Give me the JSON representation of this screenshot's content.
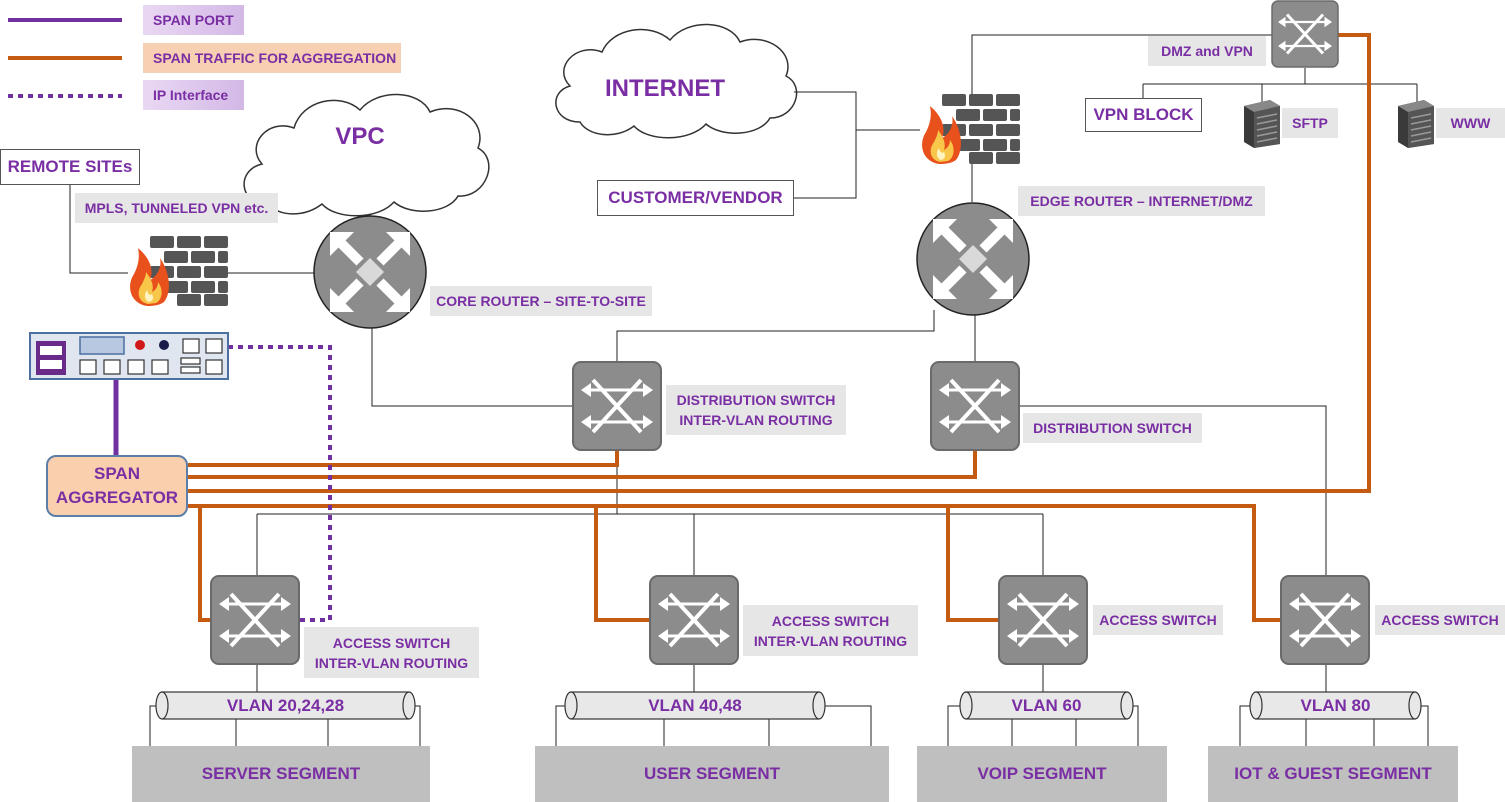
{
  "legend": {
    "span_port": "SPAN PORT",
    "span_traffic": "SPAN TRAFFIC FOR AGGREGATION",
    "ip_interface": "IP Interface"
  },
  "clouds": {
    "vpc": "VPC",
    "internet": "INTERNET"
  },
  "boxes": {
    "remote_sites": "REMOTE SITEs",
    "customer_vendor": "CUSTOMER/VENDOR",
    "vpn_block": "VPN BLOCK"
  },
  "labels": {
    "mpls": "MPLS, TUNNELED VPN etc.",
    "core_router": "CORE ROUTER – SITE-TO-SITE",
    "edge_router": "EDGE ROUTER – INTERNET/DMZ",
    "dmz_vpn": "DMZ and VPN",
    "sftp": "SFTP",
    "www": "WWW",
    "dist_switch_1_line1": "DISTRIBUTION SWITCH",
    "dist_switch_1_line2": "INTER-VLAN ROUTING",
    "dist_switch_2": "DISTRIBUTION SWITCH",
    "access_1_line1": "ACCESS SWITCH",
    "access_1_line2": "INTER-VLAN ROUTING",
    "access_2_line1": "ACCESS SWITCH",
    "access_2_line2": "INTER-VLAN ROUTING",
    "access_3": "ACCESS SWITCH",
    "access_4": "ACCESS SWITCH"
  },
  "aggregator": {
    "line1": "SPAN",
    "line2": "AGGREGATOR"
  },
  "vlans": [
    "VLAN 20,24,28",
    "VLAN 40,48",
    "VLAN 60",
    "VLAN 80"
  ],
  "segments": [
    "SERVER SEGMENT",
    "USER SEGMENT",
    "VOIP SEGMENT",
    "IOT & GUEST SEGMENT"
  ],
  "colors": {
    "span_port": "#7030a0",
    "span_traffic": "#c55a11",
    "ip_interface": "#7030a0",
    "text": "#7a2ea3",
    "label_bg": "#e6e6e6",
    "segment_bg": "#bfbfbf",
    "device_gray": "#8c8c8c"
  },
  "icons": {
    "router": "router-icon",
    "switch": "switch-icon",
    "firewall": "firewall-icon",
    "server": "server-icon",
    "appliance": "network-appliance-icon"
  }
}
